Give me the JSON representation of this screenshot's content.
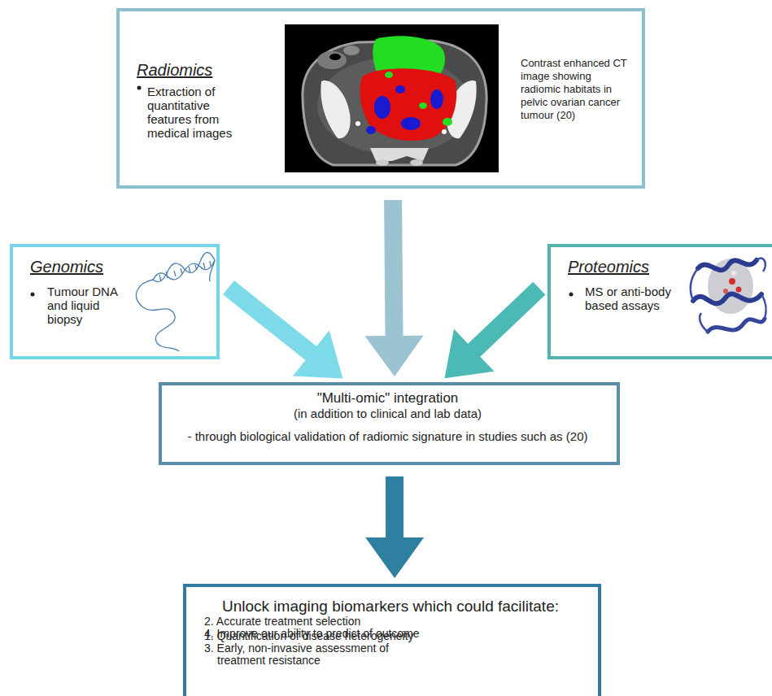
{
  "diagram": {
    "nodes": [
      {
        "text": [
          "Radiomics",
          "Extraction of quantitative features from medical images",
          "Contrast enhanced CT image showing radiomic habitats in pelvic ovarian cancer tumour (20)"
        ]
      },
      {
        "text": [
          "Genomics",
          "Tumour DNA and liquid biopsy"
        ]
      },
      {
        "text": [
          "Proteomics",
          "MS or anti-body based assays"
        ]
      },
      {
        "text": [
          "\"Multi-omic\" integration",
          "(in addition to clinical and lab data)",
          "- through biological validation of radiomic signature in studies such as (20)"
        ]
      },
      {
        "text": [
          "Unlock imaging biomarkers which could facilitate:",
          "1. Quantification of disease heterogeneity",
          "2. Accurate treatment selection",
          "3. Early, non-invasive assessment of treatment resistance",
          "4. Improve our ability to predict of outcome"
        ]
      }
    ],
    "edges": [
      {
        "from": 0,
        "to": 3,
        "arrow": "to"
      },
      {
        "from": 1,
        "to": 3,
        "arrow": "to"
      },
      {
        "from": 2,
        "to": 3,
        "arrow": "to"
      },
      {
        "from": 3,
        "to": 4,
        "arrow": "to"
      }
    ]
  }
}
